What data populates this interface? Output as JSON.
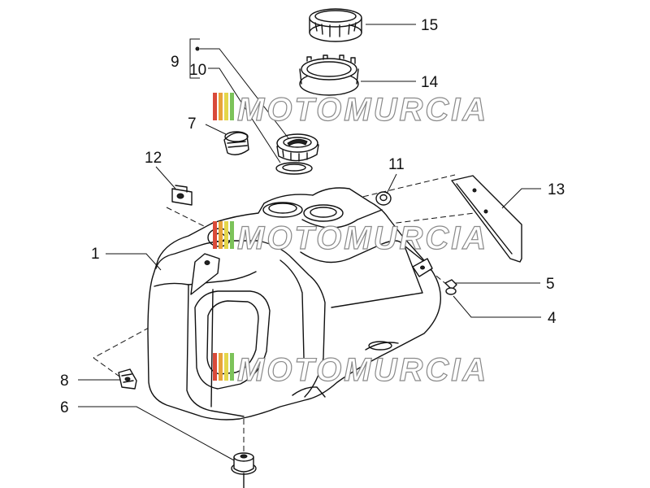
{
  "watermark": {
    "text": "MOTOMURCIA",
    "stripe_colors": [
      "#d94a3a",
      "#e8a33a",
      "#e4d64a",
      "#7cc35a"
    ]
  },
  "callouts": [
    {
      "id": "1",
      "label": "1"
    },
    {
      "id": "4",
      "label": "4"
    },
    {
      "id": "5",
      "label": "5"
    },
    {
      "id": "6",
      "label": "6"
    },
    {
      "id": "7",
      "label": "7"
    },
    {
      "id": "8",
      "label": "8"
    },
    {
      "id": "9",
      "label": "9"
    },
    {
      "id": "10",
      "label": "10"
    },
    {
      "id": "11",
      "label": "11"
    },
    {
      "id": "12",
      "label": "12"
    },
    {
      "id": "13",
      "label": "13"
    },
    {
      "id": "14",
      "label": "14"
    },
    {
      "id": "15",
      "label": "15"
    }
  ]
}
